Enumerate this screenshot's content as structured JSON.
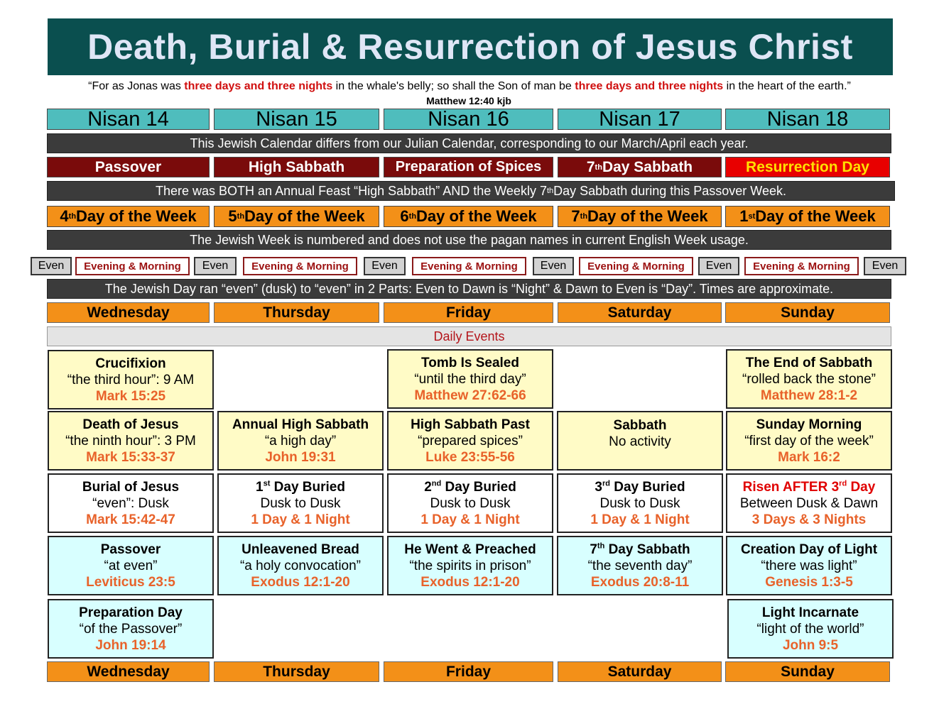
{
  "title": "Death, Burial & Resurrection of Jesus Christ",
  "quote": {
    "p1": "“For as Jonas was ",
    "red1": "three days and three nights",
    "p2": " in the whale's belly; so shall the Son of man be ",
    "red2": "three days and three nights",
    "p3": " in the heart of the earth.”",
    "reference": "Matthew 12:40 kjb"
  },
  "nisan": [
    "Nisan 14",
    "Nisan 15",
    "Nisan 16",
    "Nisan 17",
    "Nisan 18"
  ],
  "notes": {
    "calendar": "This Jewish Calendar differs from our Julian Calendar, corresponding to our March/April each year.",
    "sabbath_a": "There was BOTH an Annual Feast “High Sabbath” AND the Weekly 7",
    "sabbath_sup": "th",
    "sabbath_b": " Day Sabbath during this Passover Week.",
    "week": "The Jewish Week is numbered and does not use the pagan names in current English Week usage.",
    "day": "The Jewish Day ran “even” (dusk) to “even” in 2 Parts: Even to Dawn is “Night” & Dawn to Even is “Day”.  Times are approximate."
  },
  "feasts": [
    {
      "num": "",
      "sup": "",
      "text": "Passover"
    },
    {
      "num": "",
      "sup": "",
      "text": "High Sabbath"
    },
    {
      "num": "",
      "sup": "",
      "text": "Preparation of Spices"
    },
    {
      "num": "7",
      "sup": "th",
      "text": " Day Sabbath"
    },
    {
      "num": "",
      "sup": "",
      "text": "Resurrection Day"
    }
  ],
  "week_days": [
    {
      "num": "4",
      "sup": "th",
      "text": " Day of the Week"
    },
    {
      "num": "5",
      "sup": "th",
      "text": " Day of the Week"
    },
    {
      "num": "6",
      "sup": "th",
      "text": " Day of the Week"
    },
    {
      "num": "7",
      "sup": "th",
      "text": " Day of the Week"
    },
    {
      "num": "1",
      "sup": "st",
      "text": " Day of the Week"
    }
  ],
  "even_label": "Even",
  "evening_morning_label": "Evening & Morning",
  "day_names": [
    "Wednesday",
    "Thursday",
    "Friday",
    "Saturday",
    "Sunday"
  ],
  "daily_events_label": "Daily Events",
  "events": {
    "row1": [
      {
        "h": "Crucifixion",
        "t": "“the third hour”: 9 AM",
        "r": "Mark 15:25"
      },
      null,
      {
        "h": "Tomb Is Sealed",
        "t": "“until the third day”",
        "r": "Matthew 27:62-66"
      },
      null,
      {
        "h": "The End of Sabbath",
        "t": "“rolled back the stone”",
        "r": "Matthew 28:1-2"
      }
    ],
    "row2": [
      {
        "h": "Death of Jesus",
        "t": "“the ninth hour”: 3 PM",
        "r": "Mark 15:33-37"
      },
      {
        "h": "Annual High Sabbath",
        "t": "“a high day”",
        "r": "John 19:31"
      },
      {
        "h": "High Sabbath Past",
        "t": "“prepared spices”",
        "r": "Luke 23:55-56"
      },
      {
        "h": "Sabbath",
        "t": "No activity",
        "r": ""
      },
      {
        "h": "Sunday Morning",
        "t": "“first day of the week”",
        "r": "Mark 16:2"
      }
    ],
    "row3": [
      {
        "hn": "",
        "hs": "",
        "h": "Burial of Jesus",
        "t": "“even”: Dusk",
        "r": "Mark 15:42-47"
      },
      {
        "hn": "1",
        "hs": "st",
        "h": " Day Buried",
        "t": "Dusk to Dusk",
        "r": "1 Day & 1 Night"
      },
      {
        "hn": "2",
        "hs": "nd",
        "h": " Day Buried",
        "t": "Dusk to Dusk",
        "r": "1 Day & 1 Night"
      },
      {
        "hn": "3",
        "hs": "rd",
        "h": " Day Buried",
        "t": "Dusk to Dusk",
        "r": "1 Day & 1 Night"
      },
      {
        "hn": "Risen AFTER 3",
        "hs": "rd",
        "h": " Day",
        "t": "Between Dusk & Dawn",
        "r": "3 Days & 3 Nights"
      }
    ],
    "row4": [
      {
        "hn": "",
        "hs": "",
        "h": "Passover",
        "t": "“at even”",
        "r": "Leviticus 23:5"
      },
      {
        "hn": "",
        "hs": "",
        "h": "Unleavened Bread",
        "t": "“a holy convocation”",
        "r": "Exodus 12:1-20"
      },
      {
        "hn": "",
        "hs": "",
        "h": "He Went & Preached",
        "t": "“the spirits in prison”",
        "r": "Exodus 12:1-20"
      },
      {
        "hn": "7",
        "hs": "th",
        "h": " Day Sabbath",
        "t": "“the seventh day”",
        "r": "Exodus 20:8-11"
      },
      {
        "hn": "",
        "hs": "",
        "h": "Creation Day of Light",
        "t": "“there was light”",
        "r": "Genesis 1:3-5"
      }
    ],
    "row5": [
      {
        "h": "Preparation Day",
        "t": "“of the Passover”",
        "r": "John 19:14"
      },
      null,
      null,
      null,
      {
        "h": "Light Incarnate",
        "t": "“light of the world”",
        "r": "John 9:5"
      }
    ]
  },
  "colors": {
    "title_bg": "#0a4f4f",
    "nisan_bg": "#4fbdbd",
    "feast_bg": "#7a0b0b",
    "resurrection_bg": "#e80000",
    "orange": "#f39018",
    "event_yellow": "#fffbc6",
    "event_cyan": "#d8ffff",
    "reference_orange": "#e8622a"
  }
}
